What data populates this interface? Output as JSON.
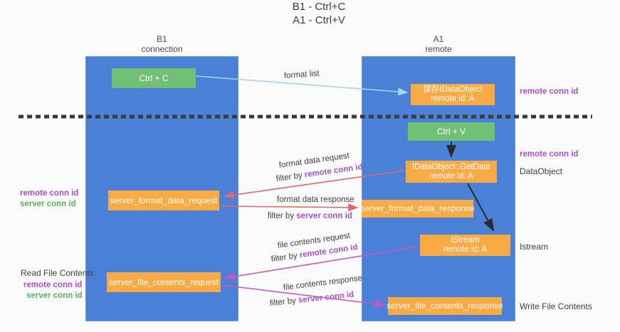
{
  "title": {
    "line1": "B1 - Ctrl+C",
    "line2": "A1 - Ctrl+V"
  },
  "colors": {
    "lane_blue": "#4a80d6",
    "green_box": "#72c076",
    "orange_box": "#f8ab45",
    "arrow_light_blue": "#a6d3f2",
    "arrow_red": "#e0696b",
    "arrow_magenta": "#c957c3",
    "arrow_black": "#2b2b2b",
    "purple_text": "#a750c7",
    "green_text": "#58b55c",
    "dashed_divider": "#3a3a3a"
  },
  "lanes": {
    "left": {
      "name": "B1",
      "role": "connection"
    },
    "right": {
      "name": "A1",
      "role": "remote"
    }
  },
  "nodes": {
    "ctrl_c": {
      "label": "Ctrl + C"
    },
    "ctrl_v": {
      "label": "Ctrl + V"
    },
    "save_dataobject": {
      "line1": "保存IDataObject",
      "line2": "remote id: A"
    },
    "getdata": {
      "line1": "IDataObject::GetData",
      "line2": "remote id: A"
    },
    "istream": {
      "line1": "IStream",
      "line2": "remote id: A"
    },
    "format_request": {
      "label": "server_format_data_request"
    },
    "format_response": {
      "label": "server_format_data_response"
    },
    "file_request": {
      "label": "server_file_contents_request"
    },
    "file_response": {
      "label": "server_file_contents_response"
    }
  },
  "right_labels": {
    "remote_conn_id_top": "remote conn id",
    "remote_conn_id_mid": "remote conn id",
    "dataobject": "DataObject",
    "istream": "Istream",
    "write_file_contents": "Write File Contents"
  },
  "left_labels": {
    "remote_conn_id_1": "remote conn id",
    "server_conn_id_1": "server conn id",
    "read_file_contents": "Read File Contents",
    "remote_conn_id_2": "remote conn id",
    "server_conn_id_2": "server conn id"
  },
  "flows": {
    "format_list": "format list",
    "format_request": "format data request",
    "format_request_filter_prefix": "filter by ",
    "format_request_filter_key": "remote conn id",
    "format_response": "format data response",
    "format_response_filter_prefix": "filter by ",
    "format_response_filter_key": "server conn id",
    "file_request": "file contents request",
    "file_request_filter_prefix": "filter by ",
    "file_request_filter_key": "remote conn id",
    "file_response": "file contents response",
    "file_response_filter_prefix": "filter by ",
    "file_response_filter_key": "server conn id"
  }
}
